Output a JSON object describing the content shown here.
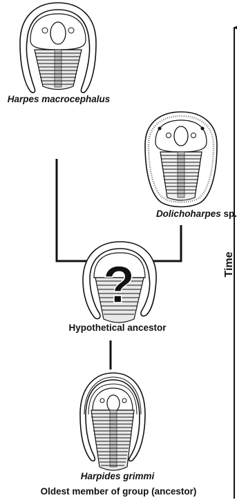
{
  "taxa": {
    "harpes": {
      "genus": "Harpes",
      "species": "macrocephalus"
    },
    "dolichoharpes": {
      "genus": "Dolichoharpes",
      "suffix": "sp."
    },
    "ancestor": {
      "label": "Hypothetical ancestor",
      "mark": "?"
    },
    "harpides": {
      "genus": "Harpides",
      "species": "grimmi",
      "caption": "Oldest member of group (ancestor)"
    }
  },
  "axis": {
    "label": "Time"
  },
  "colors": {
    "ink": "#111111",
    "background": "#ffffff"
  }
}
